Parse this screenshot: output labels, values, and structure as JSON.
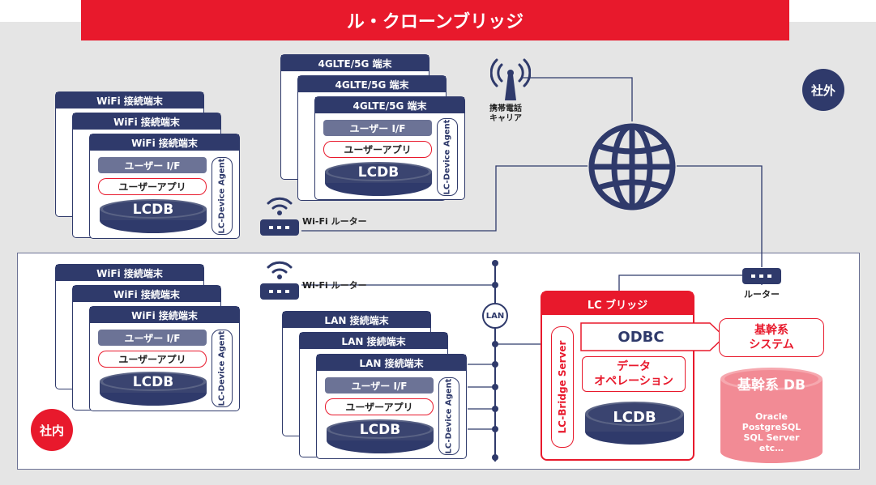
{
  "header": {
    "title": "ル・クローンブリッジ"
  },
  "zones": {
    "outside": "社外",
    "inside": "社内"
  },
  "labels": {
    "carrier": "携帯電話\nキャリア",
    "wifi_router": "Wi-Fi ルーター",
    "router": "ルーター",
    "lan": "LAN"
  },
  "device": {
    "ui": "ユーザー I/F",
    "app": "ユーザーアプリ",
    "db": "LCDB",
    "agent": "LC-Device Agent"
  },
  "groups": {
    "wifi": "WiFi 接続端末",
    "mobile": "4GLTE/5G 端末",
    "lan": "LAN 接続端末"
  },
  "bridge": {
    "title": "LC ブリッジ",
    "server": "LC-Bridge Server",
    "odbc": "ODBC",
    "data_ops": "データ\nオペレーション",
    "db": "LCDB"
  },
  "core": {
    "system": "基幹系\nシステム",
    "db_title": "基幹系 DB",
    "db_list": "Oracle\nPostgreSQL\nSQL Server\netc…"
  },
  "colors": {
    "accent": "#e8192c",
    "navy": "#2f3a6b",
    "pink": "#f28b95"
  }
}
